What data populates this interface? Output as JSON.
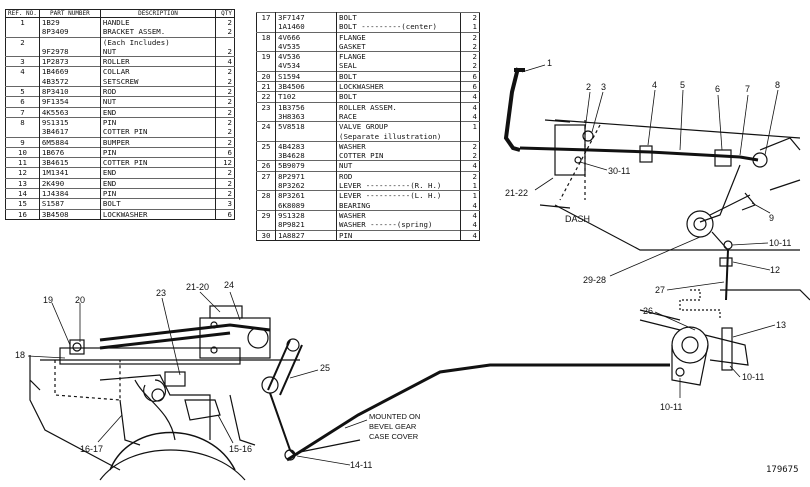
{
  "left_table": {
    "headers": {
      "ref": "REF. NO.",
      "part": "PART NUMBER",
      "desc": "DESCRIPTION",
      "qty": "QTY"
    },
    "rows": [
      {
        "ref": "1",
        "part": "1B29",
        "desc": "HANDLE",
        "qty": "2"
      },
      {
        "ref": "",
        "part": "8P3409",
        "desc": "BRACKET ASSEM.",
        "qty": "2"
      },
      {
        "ref": "2",
        "part": "",
        "desc": "(Each Includes)",
        "qty": ""
      },
      {
        "ref": "",
        "part": "9F2978",
        "desc": "NUT",
        "qty": "2"
      },
      {
        "ref": "3",
        "part": "1P2873",
        "desc": "ROLLER",
        "qty": "4"
      },
      {
        "ref": "4",
        "part": "1B4669",
        "desc": "COLLAR",
        "qty": "2"
      },
      {
        "ref": "",
        "part": "4B3572",
        "desc": "SETSCREW",
        "qty": "2"
      },
      {
        "ref": "5",
        "part": "8P3410",
        "desc": "ROD",
        "qty": "2"
      },
      {
        "ref": "6",
        "part": "9F1354",
        "desc": "NUT",
        "qty": "2"
      },
      {
        "ref": "7",
        "part": "4K5563",
        "desc": "END",
        "qty": "2"
      },
      {
        "ref": "8",
        "part": "9S1315",
        "desc": "PIN",
        "qty": "2"
      },
      {
        "ref": "",
        "part": "3B4617",
        "desc": "COTTER PIN",
        "qty": "2"
      },
      {
        "ref": "9",
        "part": "6M5884",
        "desc": "BUMPER",
        "qty": "2"
      },
      {
        "ref": "10",
        "part": "1B676",
        "desc": "PIN",
        "qty": "6"
      },
      {
        "ref": "11",
        "part": "3B4615",
        "desc": "COTTER PIN",
        "qty": "12"
      },
      {
        "ref": "12",
        "part": "1M1341",
        "desc": "END",
        "qty": "2"
      },
      {
        "ref": "13",
        "part": "2K490",
        "desc": "END",
        "qty": "2"
      },
      {
        "ref": "14",
        "part": "1J4384",
        "desc": "PIN",
        "qty": "2"
      },
      {
        "ref": "15",
        "part": "S1587",
        "desc": "BOLT",
        "qty": "3"
      },
      {
        "ref": "16",
        "part": "3B4508",
        "desc": "LOCKWASHER",
        "qty": "6"
      }
    ]
  },
  "right_table": {
    "rows": [
      {
        "ref": "17",
        "part": "3F7147",
        "desc": "BOLT",
        "qty": "2"
      },
      {
        "ref": "",
        "part": "1A1460",
        "desc": "BOLT ---------(center)",
        "qty": "1"
      },
      {
        "ref": "18",
        "part": "4V666",
        "desc": "FLANGE",
        "qty": "2"
      },
      {
        "ref": "",
        "part": "4V535",
        "desc": "GASKET",
        "qty": "2"
      },
      {
        "ref": "19",
        "part": "4V536",
        "desc": "FLANGE",
        "qty": "2"
      },
      {
        "ref": "",
        "part": "4V534",
        "desc": "SEAL",
        "qty": "2"
      },
      {
        "ref": "20",
        "part": "S1594",
        "desc": "BOLT",
        "qty": "6"
      },
      {
        "ref": "21",
        "part": "3B4506",
        "desc": "LOCKWASHER",
        "qty": "6"
      },
      {
        "ref": "22",
        "part": "T102",
        "desc": "BOLT",
        "qty": "4"
      },
      {
        "ref": "23",
        "part": "1B3756",
        "desc": "ROLLER ASSEM.",
        "qty": "4"
      },
      {
        "ref": "",
        "part": "3H8363",
        "desc": "RACE",
        "qty": "4"
      },
      {
        "ref": "24",
        "part": "5V8518",
        "desc": "VALVE GROUP",
        "qty": "1"
      },
      {
        "ref": "",
        "part": "",
        "desc": "(Separate illustration)",
        "qty": ""
      },
      {
        "ref": "25",
        "part": "4B4283",
        "desc": "WASHER",
        "qty": "2"
      },
      {
        "ref": "",
        "part": "3B4628",
        "desc": "COTTER PIN",
        "qty": "2"
      },
      {
        "ref": "26",
        "part": "5B9079",
        "desc": "NUT",
        "qty": "4"
      },
      {
        "ref": "27",
        "part": "8P2971",
        "desc": "ROD",
        "qty": "2"
      },
      {
        "ref": "",
        "part": "8P3262",
        "desc": "LEVER ----------(R. H.)",
        "qty": "1"
      },
      {
        "ref": "28",
        "part": "8P3261",
        "desc": "LEVER ----------(L. H.)",
        "qty": "1"
      },
      {
        "ref": "",
        "part": "6K8089",
        "desc": "BEARING",
        "qty": "4"
      },
      {
        "ref": "29",
        "part": "9S1328",
        "desc": "WASHER",
        "qty": "4"
      },
      {
        "ref": "",
        "part": "8P9821",
        "desc": "WASHER ------(spring)",
        "qty": "4"
      },
      {
        "ref": "30",
        "part": "1A8827",
        "desc": "PIN",
        "qty": "4"
      }
    ]
  },
  "labels": {
    "c1": "1",
    "c2": "2",
    "c3": "3",
    "c4": "4",
    "c5": "5",
    "c6": "6",
    "c7": "7",
    "c8": "8",
    "c9": "9",
    "c30_11": "30-11",
    "c21_22": "21-22",
    "dash": "DASH",
    "c10_11a": "10-11",
    "c12": "12",
    "c29_28": "29-28",
    "c27": "27",
    "c26": "26",
    "c13": "13",
    "c10_11b": "10-11",
    "c10_11c": "10-11",
    "c19": "19",
    "c20": "20",
    "c18": "18",
    "c23": "23",
    "c21_20": "21-20",
    "c24": "24",
    "c25": "25",
    "c16_17": "16-17",
    "c15_16": "15-16",
    "c14_11": "14-11",
    "mounted_1": "MOUNTED ON",
    "mounted_2": "BEVEL GEAR",
    "mounted_3": "CASE COVER",
    "drawing_no": "179675"
  }
}
